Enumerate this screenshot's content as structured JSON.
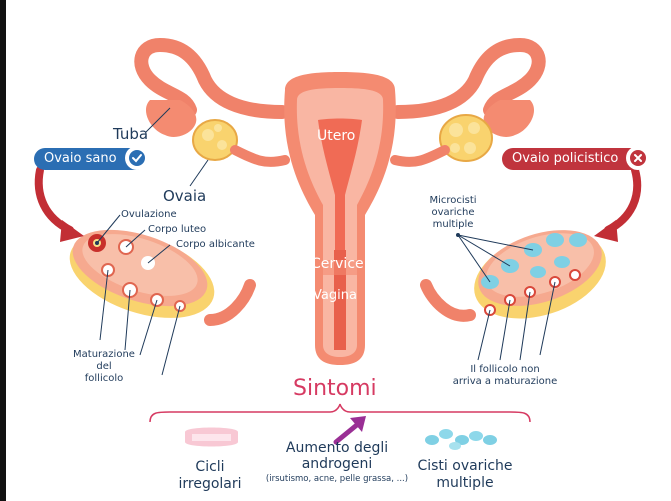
{
  "labels": {
    "tuba": "Tuba",
    "ovaia": "Ovaia",
    "utero": "Utero",
    "cervice": "Cervice",
    "vagina": "Vagina",
    "ovulazione": "Ovulazione",
    "corpo_luteo": "Corpo luteo",
    "corpo_albicante": "Corpo albicante",
    "maturazione_1": "Maturazione",
    "maturazione_2": "del",
    "maturazione_3": "follicolo",
    "microcisti_1": "Microcisti",
    "microcisti_2": "ovariche",
    "microcisti_3": "multiple",
    "follicolo_1": "Il follicolo non",
    "follicolo_2": "arriva a maturazione"
  },
  "badges": {
    "sano": {
      "text": "Ovaio sano",
      "color": "#2b6eb3",
      "icon": "check-icon"
    },
    "policistico": {
      "text": "Ovaio policistico",
      "color": "#c0343d",
      "icon": "cross-icon"
    }
  },
  "sintomi": {
    "title": "Sintomi",
    "items": [
      {
        "line1": "Cicli",
        "line2": "irregolari",
        "icon": "pad-icon"
      },
      {
        "line1": "Aumento degli",
        "line2": "androgeni",
        "note": "(irsutismo, acne, pelle grassa, ...)",
        "icon": "up-arrow-icon"
      },
      {
        "line1": "Cisti ovariche",
        "line2": "multiple",
        "icon": "cysts-icon"
      }
    ]
  },
  "colors": {
    "organ": "#f0826a",
    "organ_light": "#f9b6a3",
    "organ_dark": "#d95b47",
    "ovary_yellow": "#f9d36e",
    "sano_blue": "#2b6eb3",
    "policistico_red": "#c0343d",
    "sintomi_pink": "#d63a62",
    "arrow_red": "#c22e35",
    "cyst_blue": "#7fd0e4"
  }
}
